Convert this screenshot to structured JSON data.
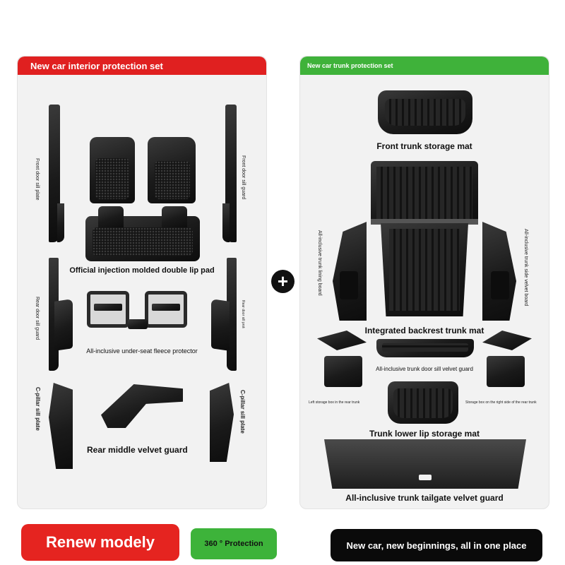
{
  "left_panel": {
    "header": "New car interior protection set",
    "labels": {
      "front_door_sill_plate": "Front door sill plate",
      "front_door_sill_guard": "Front door sill guard",
      "double_lip_pad": "Official injection molded double lip pad",
      "rear_door_sill_guard": "Rear door sill guard",
      "rear_door_sill_protection": "Rear door sill protection",
      "under_seat_fleece_protector": "All-inclusive under-seat fleece protector",
      "c_pillar_sill_plate_left": "C-pillar sill plate",
      "c_pillar_sill_plate_right": "C-pillar sill plate",
      "rear_middle_velvet_guard": "Rear middle velvet guard"
    }
  },
  "right_panel": {
    "header": "New car trunk protection set",
    "labels": {
      "front_trunk_storage_mat": "Front trunk storage mat",
      "trunk_lining_board": "All-inclusive trunk lining board",
      "trunk_side_velvet_board": "All-inclusive trunk side velvet board",
      "integrated_backrest_trunk_mat": "Integrated backrest trunk mat",
      "trunk_door_sill_velvet_guard": "All-inclusive trunk door sill velvet guard",
      "left_storage_box": "Left storage box in the rear trunk",
      "right_storage_box": "Storage box on the right side of the rear trunk",
      "trunk_lower_lip_storage_mat": "Trunk lower lip storage mat",
      "trunk_tailgate_velvet_guard": "All-inclusive trunk tailgate velvet guard"
    }
  },
  "plus_symbol": "+",
  "footer": {
    "brand": "Renew modely",
    "protection": "360 ° Protection",
    "slogan": "New car, new beginnings, all in one place"
  },
  "colors": {
    "red": "#e02020",
    "green": "#3fb23a",
    "black": "#0a0a0a",
    "panel_bg": "#f2f2f2"
  }
}
